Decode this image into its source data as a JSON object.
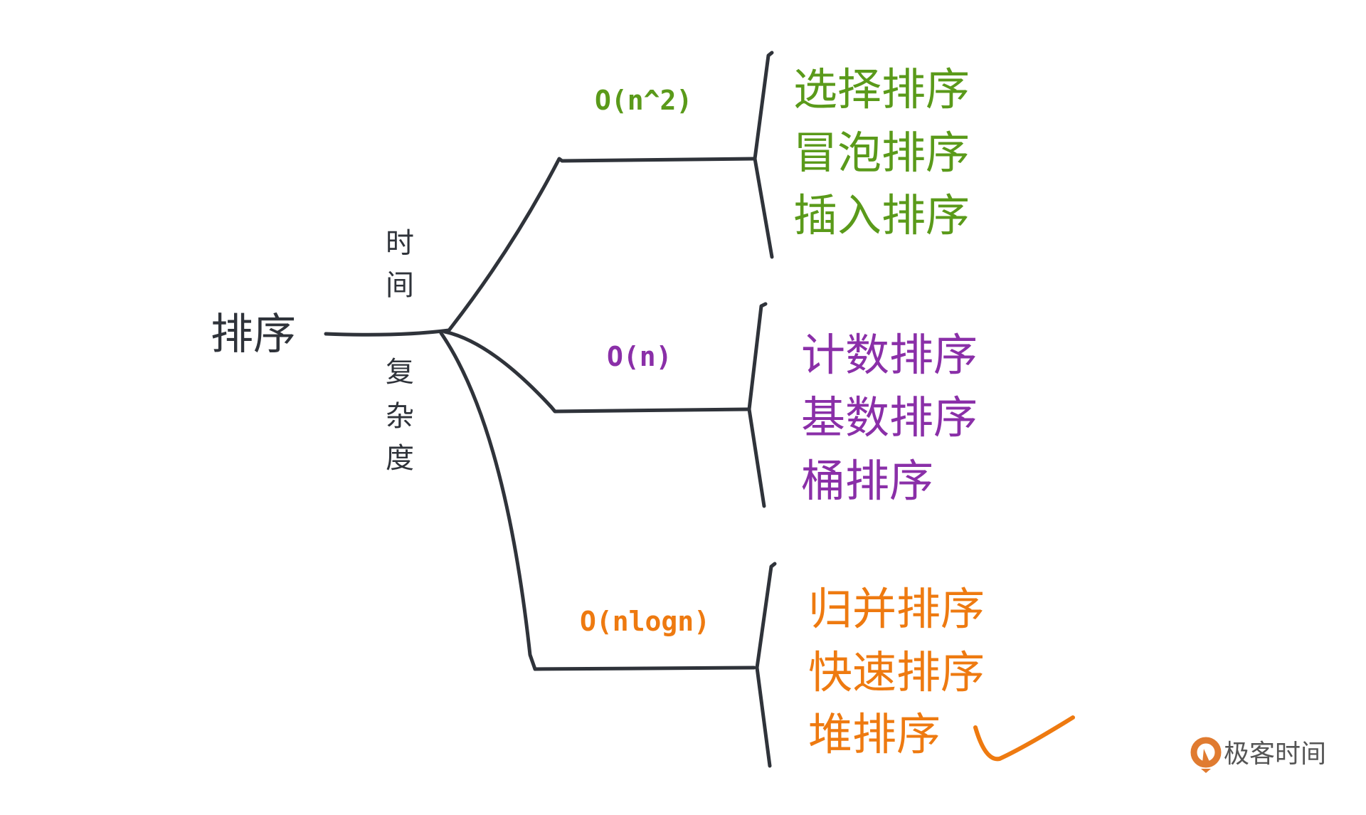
{
  "root": "排序",
  "axis_label": [
    "时",
    "间",
    "复",
    "杂",
    "度"
  ],
  "colors": {
    "line": "#2f333a",
    "green": "#5a9a1a",
    "purple": "#8a2fa8",
    "orange": "#ee7a10"
  },
  "groups": [
    {
      "complexity": "O(n^2)",
      "items": [
        "选择排序",
        "冒泡排序",
        "插入排序"
      ]
    },
    {
      "complexity": "O(n)",
      "items": [
        "计数排序",
        "基数排序",
        "桶排序"
      ]
    },
    {
      "complexity": "O(nlogn)",
      "items": [
        "归并排序",
        "快速排序",
        "堆排序"
      ]
    }
  ],
  "logo": {
    "text": "极客时间",
    "icon": "geektime-logo-icon"
  },
  "marks": {
    "check": "checkmark-icon"
  }
}
